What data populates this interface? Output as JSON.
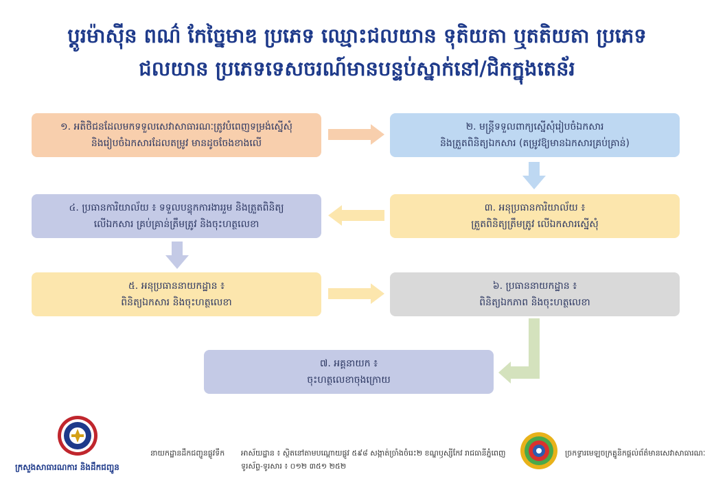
{
  "title": {
    "line1": "ប្ដូរម៉ាស៊ីន ពណ៌ កែច្នៃមាឌ ប្រភេទ ឈ្មោះជលយាន ទុតិយតា ឬតតិយតា ប្រភេទ",
    "line2": "ជលយាន ប្រភេទទេសចរណ៍មានបន្ទប់ស្នាក់នៅ/ជិកក្នុងតេន័រ"
  },
  "steps": [
    {
      "line1": "១. អតិថិជនដែលមកទទួលសេវាសាធារណៈត្រូវបំពេញទម្រង់ស្នើសុំ",
      "line2": "និងរៀបចំឯកសារដែលតម្រូវ មានដូចចែងខាងលើ",
      "color": "#f8cfad"
    },
    {
      "line1": "២. មន្ត្រីទទួលពាក្យស្នើសុំរៀបចំឯកសារ",
      "line2": "និងត្រួតពិនិត្យឯកសារ (តម្រូវឱ្យមានឯកសារគ្រប់គ្រាន់)",
      "color": "#bed8f2"
    },
    {
      "line1": "៣. អនុប្រធានការិយាល័យ ៖",
      "line2": "ត្រួតពិនិត្យត្រឹមត្រូវ លើឯកសារស្នើសុំ",
      "color": "#fce6ad"
    },
    {
      "line1": "៤. ប្រធានការិយាល័យ ៖ ទទួលបន្ទុកការងាររួម និងត្រួតពិនិត្យ",
      "line2": "លើឯកសារ គ្រប់គ្រាន់ត្រឹមត្រូវ និងចុះហត្ថលេខា",
      "color": "#c4cae6"
    },
    {
      "line1": "៥. អនុប្រធាននាយកដ្ឋាន ៖",
      "line2": "ពិនិត្យឯកសារ និងចុះហត្ថលេខា",
      "color": "#fce6ad"
    },
    {
      "line1": "៦. ប្រធាននាយកដ្ឋាន ៖",
      "line2": "ពិនិត្យឯកភាព និងចុះហត្ថលេខា",
      "color": "#d9d9d9"
    },
    {
      "line1": "៧. អគ្គនាយក ៖",
      "line2": "ចុះហត្ថលេខាចុងក្រោយ",
      "color": "#c4cae6"
    }
  ],
  "footer": {
    "ministry": "ក្រសួងសាធារណការ និងដឹកជញ្ជូន",
    "department": "នាយកដ្ឋានដឹកជញ្ជូនផ្លូវទឹក",
    "address_line1": "អាស័យដ្ឋាន ៖ ស្ថិតនៅតាមបណ្តោយផ្លូវ ៥៩៨ សង្កាត់ច្រាំងចំរេះ២ ខណ្ឌឫស្សីកែវ រាជធានីភ្នំពេញ",
    "address_line2": "ទូរស័ព្ទ-ទូរសារ ៖ ០១២ ៣៥១ ២៥២",
    "mechanism": "ច្រកទ្វារមេឡចក្រគ្នូនិកផ្តល់ព័ត៌មានសេវាសាធារណៈ"
  }
}
